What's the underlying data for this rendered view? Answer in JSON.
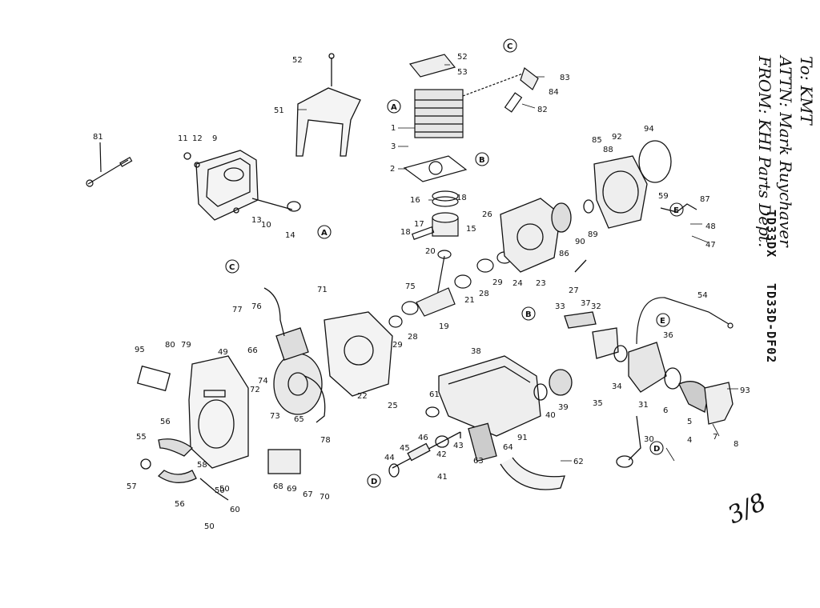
{
  "handwritten_note": {
    "line1": "To: KMT",
    "line2": "ATTN: Mark Ruychaver",
    "line3": "FROM: KHI Parts Dept."
  },
  "model_numbers": {
    "primary": "TD33DX",
    "secondary": "TD33D-DF02"
  },
  "page_mark": "3/8",
  "callout_letters": [
    "A",
    "B",
    "C",
    "D",
    "E"
  ],
  "part_labels": [
    "1",
    "2",
    "3",
    "4",
    "5",
    "6",
    "7",
    "8",
    "9",
    "10",
    "11",
    "12",
    "13",
    "14",
    "15",
    "16",
    "17",
    "18",
    "18",
    "19",
    "20",
    "21",
    "22",
    "23",
    "24",
    "25",
    "26",
    "27",
    "28",
    "28",
    "29",
    "29",
    "30",
    "31",
    "32",
    "33",
    "34",
    "35",
    "36",
    "37",
    "38",
    "39",
    "40",
    "41",
    "42",
    "43",
    "44",
    "45",
    "46",
    "47",
    "48",
    "49",
    "50",
    "50",
    "50",
    "51",
    "52",
    "52",
    "53",
    "54",
    "55",
    "56",
    "56",
    "57",
    "58",
    "59",
    "60",
    "61",
    "62",
    "63",
    "64",
    "65",
    "66",
    "67",
    "68",
    "69",
    "70",
    "71",
    "72",
    "73",
    "74",
    "75",
    "76",
    "77",
    "78",
    "79",
    "80",
    "81",
    "82",
    "83",
    "84",
    "85",
    "86",
    "87",
    "88",
    "89",
    "90",
    "91",
    "92",
    "93",
    "94",
    "95"
  ]
}
